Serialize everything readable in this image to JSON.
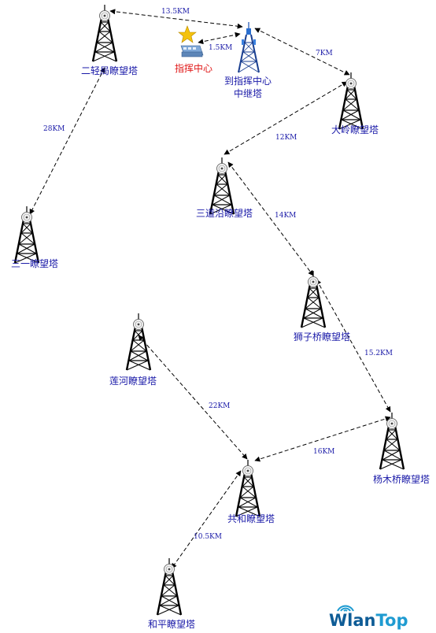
{
  "diagram": {
    "towers": [
      {
        "id": "erqingju",
        "label": "二轻局瞭望塔"
      },
      {
        "id": "relay",
        "label": "到指挥中心\n中继塔"
      },
      {
        "id": "daling",
        "label": "大岭瞭望塔"
      },
      {
        "id": "sandaoyan",
        "label": "三道沿瞭望塔"
      },
      {
        "id": "sanyi",
        "label": "三一瞭望塔"
      },
      {
        "id": "shiziqiao",
        "label": "狮子桥瞭望塔"
      },
      {
        "id": "lianhe",
        "label": "莲河瞭望塔"
      },
      {
        "id": "yangmuqiao",
        "label": "杨木桥瞭望塔"
      },
      {
        "id": "gonghe",
        "label": "共和瞭望塔"
      },
      {
        "id": "heping",
        "label": "和平瞭望塔"
      }
    ],
    "command_center": {
      "label": "指挥中心"
    },
    "links": [
      {
        "from": "erqingju",
        "to": "relay",
        "distance": "13.5KM"
      },
      {
        "from": "command_center",
        "to": "relay",
        "distance": "1.5KM"
      },
      {
        "from": "relay",
        "to": "daling",
        "distance": "7KM"
      },
      {
        "from": "daling",
        "to": "sandaoyan",
        "distance": "12KM"
      },
      {
        "from": "erqingju",
        "to": "sanyi",
        "distance": "28KM"
      },
      {
        "from": "sandaoyan",
        "to": "shiziqiao",
        "distance": "14KM"
      },
      {
        "from": "shiziqiao",
        "to": "yangmuqiao",
        "distance": "15.2KM"
      },
      {
        "from": "yangmuqiao",
        "to": "gonghe",
        "distance": "16KM"
      },
      {
        "from": "lianhe",
        "to": "gonghe",
        "distance": "22KM"
      },
      {
        "from": "gonghe",
        "to": "heping",
        "distance": "10.5KM"
      }
    ]
  },
  "watermark": {
    "wlan": "Wlan",
    "top": "Top"
  },
  "colors": {
    "tower_label": "#1a1aa8",
    "center_label": "#e01818",
    "link": "#000000"
  }
}
